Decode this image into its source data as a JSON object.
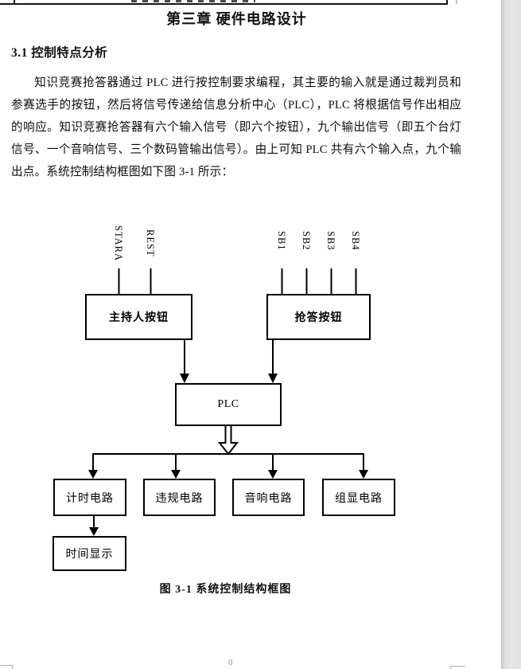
{
  "page": {
    "title": "第三章 硬件电路设计",
    "section_heading": "3.1 控制特点分析",
    "paragraph": "知识竞赛抢答器通过 PLC 进行按控制要求编程，其主要的输入就是通过裁判员和参赛选手的按钮，然后将信号传递给信息分析中心（PLC），PLC 将根据信号作出相应的响应。知识竞赛抢答器有六个输入信号（即六个按钮），九个输出信号（即五个台灯信号、一个音响信号、三个数码管输出信号）。由上可知 PLC 共有六个输入点，九个输出点。系统控制结构框图如下图 3-1 所示：",
    "figure_caption": "图 3-1 系统控制结构框图",
    "footer_page_number": "0"
  },
  "diagram": {
    "input_labels_left": [
      "STARA",
      "REST"
    ],
    "input_labels_right": [
      "SB1",
      "SB2",
      "SB3",
      "SB4"
    ],
    "boxes": {
      "host_button": "主持人按钮",
      "answer_button": "抢答按钮",
      "plc": "PLC",
      "timing_circuit": "计时电路",
      "violation_circuit": "违规电路",
      "sound_circuit": "音响电路",
      "group_display_circuit": "组显电路",
      "time_display": "时间显示"
    }
  },
  "colors": {
    "line": "#000000",
    "page_background": "#ffffff",
    "app_background": "#e4e4e4",
    "crop_mark": "#ababab"
  }
}
